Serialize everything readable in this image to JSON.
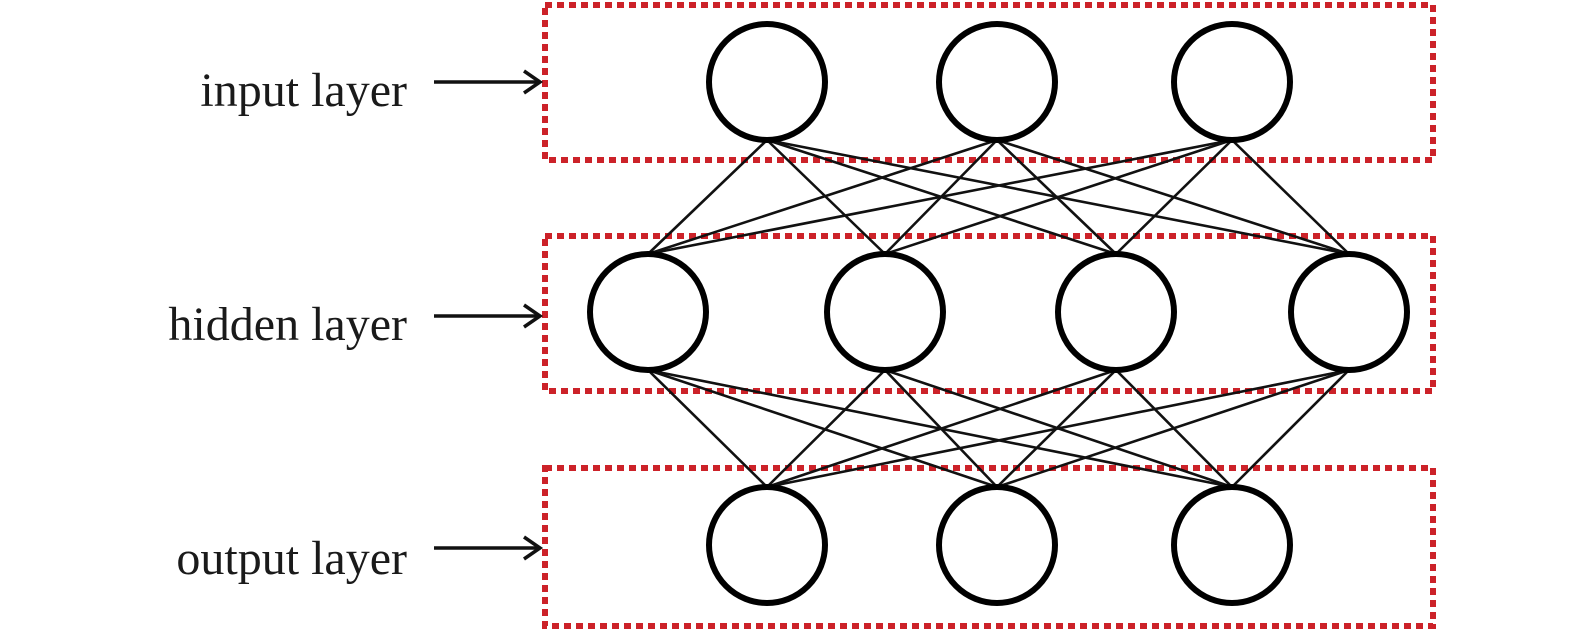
{
  "layers": [
    {
      "label": "input layer",
      "nodes": 3
    },
    {
      "label": "hidden layer",
      "nodes": 4
    },
    {
      "label": "output layer",
      "nodes": 3
    }
  ],
  "colors": {
    "box_border": "#cc2229",
    "node_stroke": "#000000",
    "edge": "#111111",
    "arrow": "#111111",
    "label": "#1a1a1a"
  },
  "connectivity": "fully-connected"
}
